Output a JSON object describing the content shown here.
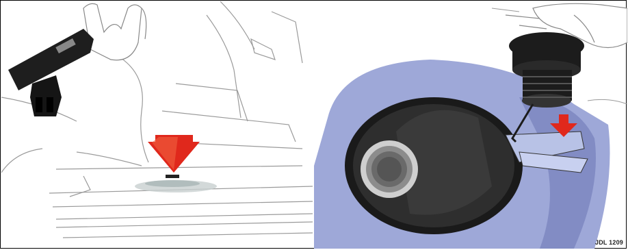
{
  "figure": {
    "reference_code": "JDL 1209",
    "colors": {
      "arrow": "#e0281c",
      "arrow_highlight": "#f06040",
      "body_paint": "#9ea8d8",
      "body_paint_dark": "#6f7ab8",
      "cap_black": "#1c1c1c",
      "line_art": "#7a7a7a"
    },
    "panels": [
      {
        "id": "left",
        "depicts": "hand-holding-fuel-cap-tether",
        "icons": [
          "hand-icon",
          "fuel-cap-key-icon",
          "down-arrow-icon",
          "door-sill-slot-icon"
        ]
      },
      {
        "id": "right",
        "depicts": "fuel-filler-cap-removal",
        "icons": [
          "hand-icon",
          "fuel-cap-icon",
          "filler-neck-icon",
          "down-arrow-icon",
          "cap-holder-clip-icon"
        ]
      }
    ]
  }
}
